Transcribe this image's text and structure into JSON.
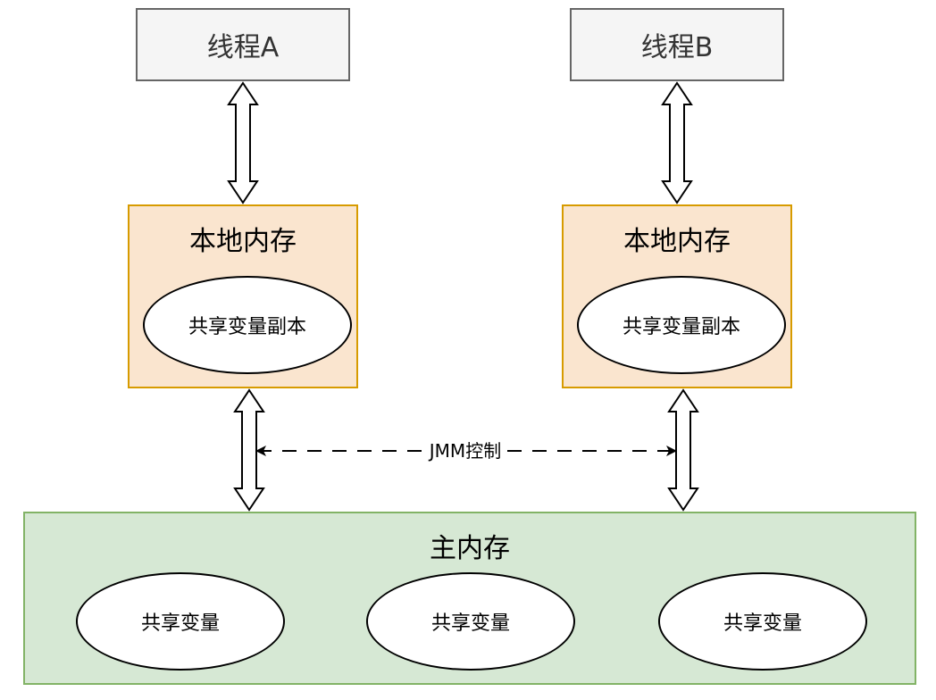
{
  "threads": [
    {
      "label": "线程A"
    },
    {
      "label": "线程B"
    }
  ],
  "local_memory": [
    {
      "title": "本地内存",
      "copy_label": "共享变量副本"
    },
    {
      "title": "本地内存",
      "copy_label": "共享变量副本"
    }
  ],
  "main_memory": {
    "title": "主内存",
    "variables": [
      "共享变量",
      "共享变量",
      "共享变量"
    ]
  },
  "connector": {
    "label": "JMM控制"
  },
  "colors": {
    "thread_fill": "#f5f5f5",
    "thread_border": "#666666",
    "local_fill": "#fae5cf",
    "local_border": "#d79b00",
    "main_fill": "#d6e8d4",
    "main_border": "#82b366"
  }
}
